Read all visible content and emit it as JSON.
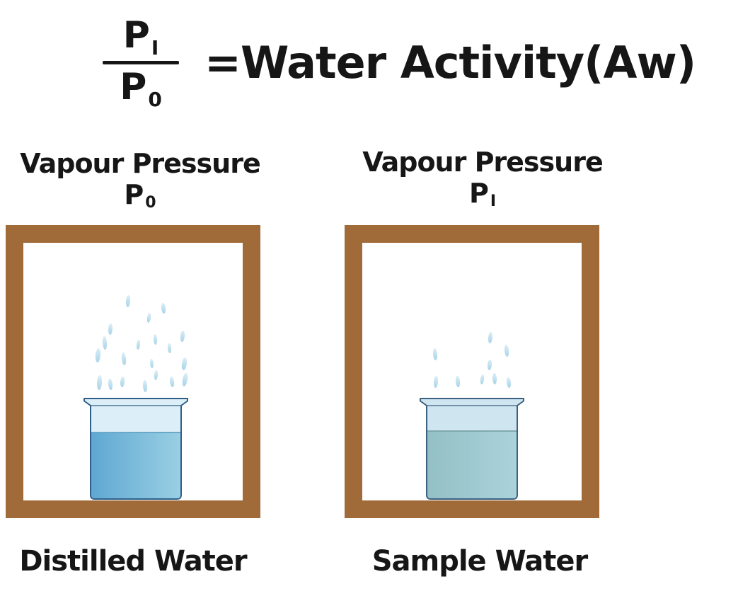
{
  "colors": {
    "background": "#ffffff",
    "text": "#161616",
    "frame_brown": "#a06b38",
    "droplet_light": "#dbeef7",
    "droplet_dark": "#a9d4e8",
    "left_beaker": {
      "glass": "#dceef7",
      "water_start": "#5fa8d3",
      "water_end": "#9acfe3",
      "water_edge": "#69a8c8",
      "outline": "#2f5f88"
    },
    "right_beaker": {
      "glass": "#cfe5f0",
      "water_start": "#93c0c5",
      "water_end": "#abd2da",
      "water_edge": "#7fa9ae",
      "outline": "#3c6080"
    }
  },
  "formula": {
    "numerator_base": "P",
    "numerator_sub": "I",
    "denominator_base": "P",
    "denominator_sub": "0",
    "equals_title": "=Water Activity(Aw)"
  },
  "left_chamber": {
    "pressure_label": "Vapour Pressure",
    "pressure_symbol_base": "P",
    "pressure_symbol_sub": "0",
    "caption": "Distilled Water",
    "droplets": [
      [
        145,
        74,
        6,
        17,
        4
      ],
      [
        195,
        85,
        6,
        15,
        -6
      ],
      [
        175,
        99,
        5,
        14,
        8
      ],
      [
        120,
        114,
        6,
        16,
        3
      ],
      [
        112,
        132,
        6,
        19,
        -4
      ],
      [
        102,
        149,
        7,
        20,
        5
      ],
      [
        139,
        155,
        6,
        18,
        -7
      ],
      [
        160,
        137,
        5,
        14,
        6
      ],
      [
        184,
        129,
        5,
        15,
        -3
      ],
      [
        222,
        124,
        6,
        16,
        5
      ],
      [
        204,
        142,
        5,
        14,
        -5
      ],
      [
        224,
        162,
        7,
        18,
        8
      ],
      [
        179,
        164,
        5,
        13,
        -4
      ],
      [
        104,
        187,
        7,
        21,
        3
      ],
      [
        120,
        192,
        6,
        16,
        -6
      ],
      [
        137,
        189,
        6,
        15,
        5
      ],
      [
        169,
        194,
        6,
        17,
        -3
      ],
      [
        185,
        180,
        5,
        14,
        6
      ],
      [
        207,
        189,
        6,
        15,
        -8
      ],
      [
        225,
        184,
        7,
        19,
        10
      ]
    ]
  },
  "right_chamber": {
    "pressure_label": "Vapour Pressure",
    "pressure_symbol_base": "P",
    "pressure_symbol_sub": "I",
    "caption": "Sample Water",
    "droplets": [
      [
        100,
        149,
        6,
        17,
        -4
      ],
      [
        178,
        126,
        6,
        16,
        5
      ],
      [
        201,
        144,
        6,
        17,
        -6
      ],
      [
        177,
        165,
        6,
        15,
        4
      ],
      [
        184,
        184,
        6,
        16,
        -3
      ],
      [
        167,
        186,
        5,
        14,
        6
      ],
      [
        132,
        188,
        6,
        16,
        -5
      ],
      [
        101,
        188,
        6,
        17,
        4
      ],
      [
        204,
        190,
        6,
        15,
        -6
      ]
    ]
  }
}
